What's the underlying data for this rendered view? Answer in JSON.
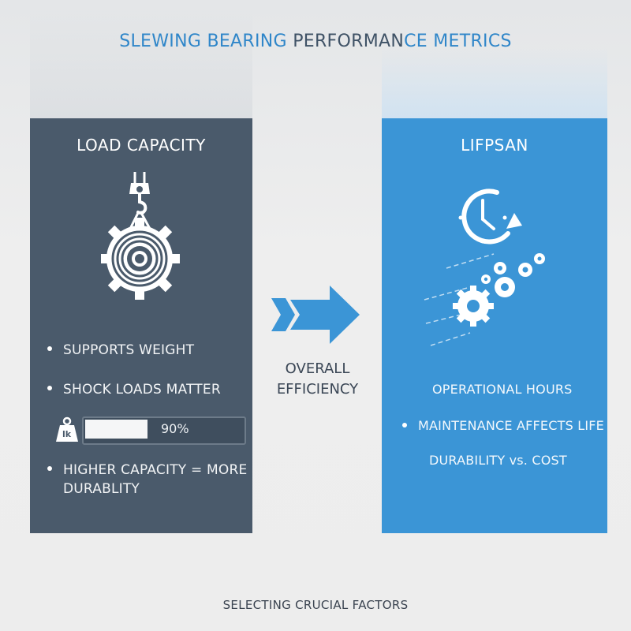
{
  "title": {
    "part1": "SLEWING BEARING ",
    "part2": "PERFORMAN",
    "part3": "CE METRICS"
  },
  "left_panel": {
    "heading": "LOAD CAPACITY",
    "icon": "crane-hook-gear-icon",
    "bullets": [
      "SUPPORTS WEIGHT",
      "SHOCK LOADS MATTER"
    ],
    "progress": {
      "icon": "weight-icon",
      "icon_label": "lk",
      "value_fraction": 0.9,
      "label": "90%"
    },
    "bullet_last_line1": "HIGHER CAPACITY = MORE",
    "bullet_last_line2": "DURABLITY"
  },
  "center": {
    "arrow_icon": "right-arrow-icon",
    "label_line1": "OVERALL",
    "label_line2": "EFFICIENCY"
  },
  "right_panel": {
    "heading": "LIFPSAN",
    "clock_icon": "clock-refresh-icon",
    "gears_icon": "gears-icon",
    "line1": "OPERATIONAL HOURS",
    "bullet": "MAINTENANCE AFFECTS LIFE",
    "line3": "DURABILITY vs. COST"
  },
  "footer": "SELECTING CRUCIAL FACTORS",
  "colors": {
    "left_panel": "#4a5a6b",
    "right_panel": "#3b95d6",
    "accent_blue": "#2f86c9",
    "background": "#ececec"
  }
}
